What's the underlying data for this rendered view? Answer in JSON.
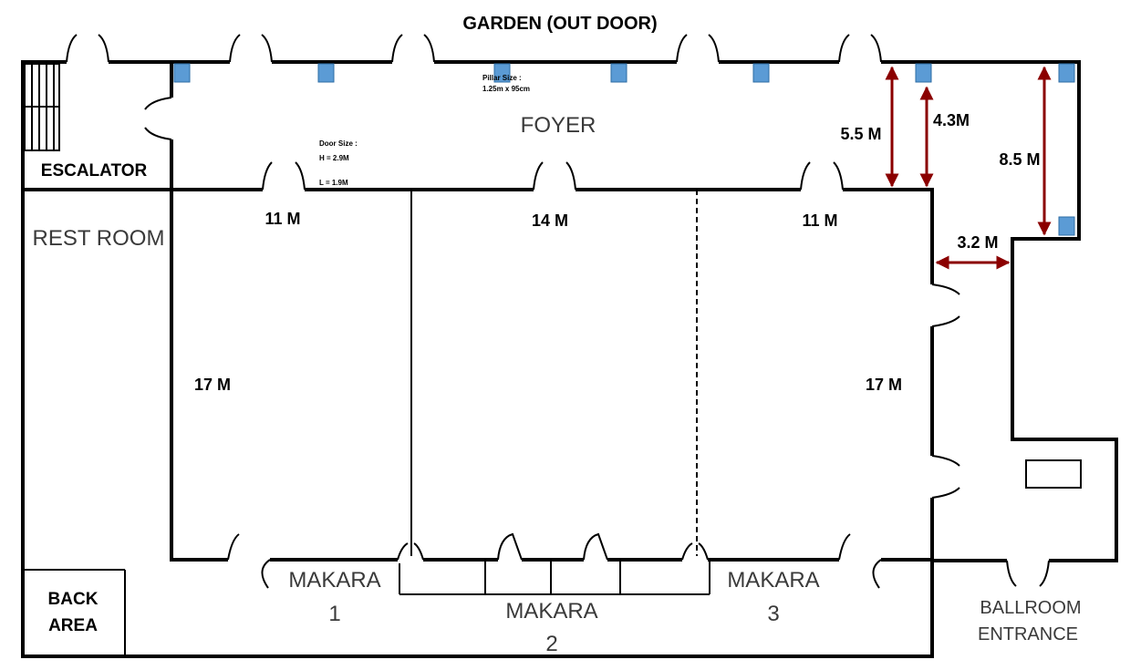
{
  "labels": {
    "garden": "GARDEN (OUT DOOR)",
    "foyer": "FOYER",
    "escalator": "ESCALATOR",
    "rest_room": "REST ROOM",
    "back_area_1": "BACK",
    "back_area_2": "AREA",
    "makara1_a": "MAKARA",
    "makara1_b": "1",
    "makara2_a": "MAKARA",
    "makara2_b": "2",
    "makara3_a": "MAKARA",
    "makara3_b": "3",
    "ballroom_1": "BALLROOM",
    "ballroom_2": "ENTRANCE"
  },
  "notes": {
    "pillar_title": "Pillar Size :",
    "pillar_value": "1.25m x 95cm",
    "door_title": "Door Size :",
    "door_h": "H = 2.9M",
    "door_l": "L = 1.9M"
  },
  "dimensions": {
    "width_room1": "11 M",
    "width_room2": "14 M",
    "width_room3": "11 M",
    "length_left": "17 M",
    "length_right": "17 M",
    "foyer_depth_outer": "5.5 M",
    "foyer_depth_inner": "4.3M",
    "foyer_wing": "8.5 M",
    "corridor": "3.2 M"
  },
  "colors": {
    "pillar": "#5b9bd5",
    "dimension_arrow": "#8b0000"
  }
}
